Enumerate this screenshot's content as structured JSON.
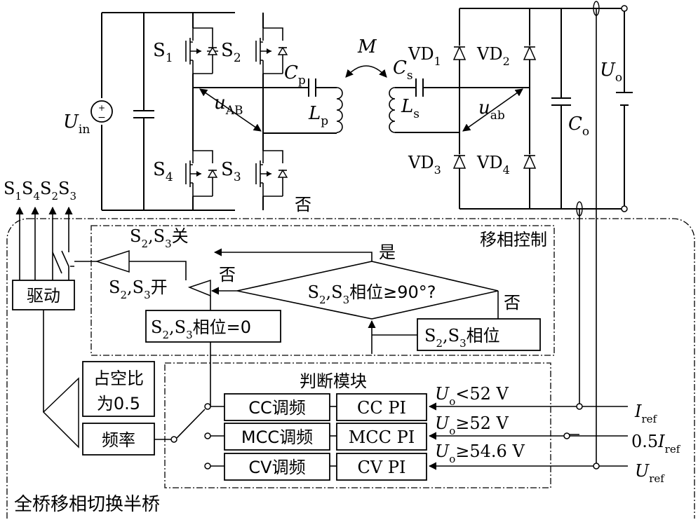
{
  "circuit": {
    "switch_labels": [
      "S",
      "S",
      "S",
      "S"
    ],
    "switch_subs": [
      "1",
      "2",
      "3",
      "4"
    ],
    "cp": "C",
    "cp_sub": "p",
    "cs": "C",
    "cs_sub": "s",
    "lp": "L",
    "lp_sub": "p",
    "ls": "L",
    "ls_sub": "s",
    "mutual": "M",
    "uab_primary": "u",
    "uab_primary_sub": "AB",
    "uab_secondary": "u",
    "uab_secondary_sub": "ab",
    "uin": "U",
    "uin_sub": "in",
    "uo": "U",
    "uo_sub": "o",
    "co": "C",
    "co_sub": "o",
    "diode_labels": [
      "VD",
      "VD",
      "VD",
      "VD"
    ],
    "diode_subs": [
      "1",
      "2",
      "3",
      "4"
    ]
  },
  "drive_outputs": {
    "letters": [
      "S",
      "S",
      "S",
      "S"
    ],
    "subs": [
      "1",
      "4",
      "2",
      "3"
    ]
  },
  "phase_shift": {
    "title": "移相控制",
    "off_label": "S",
    "off_label_b": "2",
    "off_label_c": ",S",
    "off_label_d": "3",
    "off_label_e": "关",
    "on_label_e": "开",
    "decision": "相位≥90°?",
    "yes": "是",
    "no_left": "否",
    "no_right": "否",
    "phase_zero": "相位=0",
    "phase_box": "相位"
  },
  "top_no": "否",
  "driver": "驱动",
  "duty": [
    "占空比",
    "为0.5"
  ],
  "frequency": "频率",
  "judge": {
    "title": "判断模块",
    "rows": [
      {
        "mode": "CC调频",
        "pi": "CC PI",
        "cond_u": "U",
        "cond_sub": "o",
        "cond": "<52 V",
        "ref": "I",
        "ref_sub": "ref",
        "ref_prefix": ""
      },
      {
        "mode": "MCC调频",
        "pi": "MCC PI",
        "cond_u": "U",
        "cond_sub": "o",
        "cond": "≥52 V",
        "ref": "I",
        "ref_sub": "ref",
        "ref_prefix": "0.5"
      },
      {
        "mode": "CV调频",
        "pi": "CV PI",
        "cond_u": "U",
        "cond_sub": "o",
        "cond": "≥54.6 V",
        "ref": "U",
        "ref_sub": "ref",
        "ref_prefix": ""
      }
    ]
  },
  "bottom_label": "全桥移相切换半桥"
}
